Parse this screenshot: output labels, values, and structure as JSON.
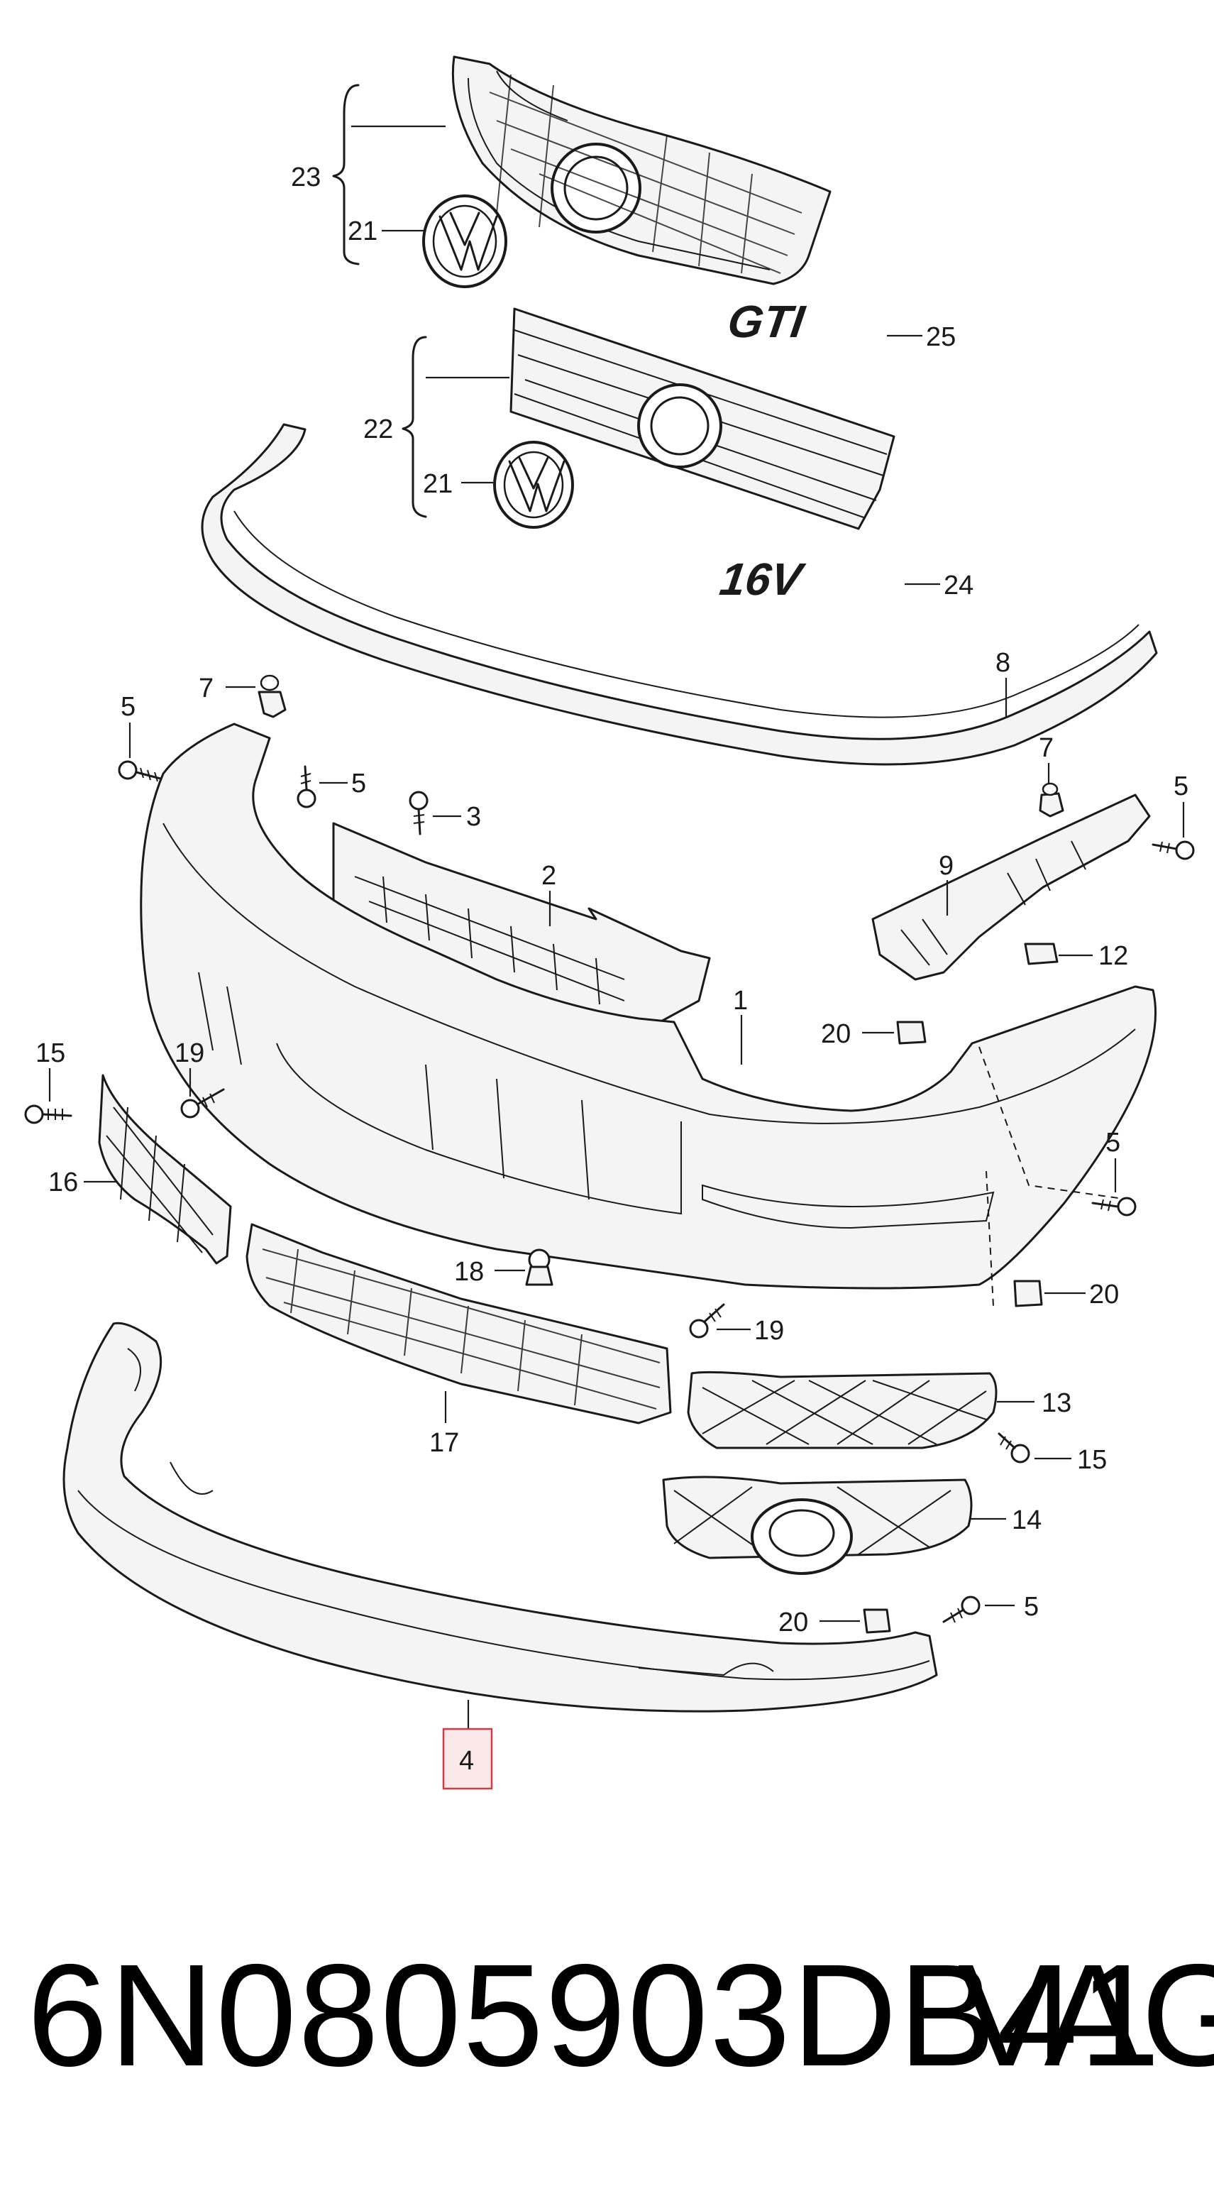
{
  "diagram": {
    "callouts": [
      {
        "id": "c23",
        "label": "23"
      },
      {
        "id": "c21a",
        "label": "21"
      },
      {
        "id": "c25",
        "label": "25"
      },
      {
        "id": "c22",
        "label": "22"
      },
      {
        "id": "c21b",
        "label": "21"
      },
      {
        "id": "c24",
        "label": "24"
      },
      {
        "id": "c8",
        "label": "8"
      },
      {
        "id": "c7a",
        "label": "7"
      },
      {
        "id": "c5a",
        "label": "5"
      },
      {
        "id": "c5b",
        "label": "5"
      },
      {
        "id": "c3",
        "label": "3"
      },
      {
        "id": "c2",
        "label": "2"
      },
      {
        "id": "c7b",
        "label": "7"
      },
      {
        "id": "c5c",
        "label": "5"
      },
      {
        "id": "c9",
        "label": "9"
      },
      {
        "id": "c12",
        "label": "12"
      },
      {
        "id": "c20a",
        "label": "20"
      },
      {
        "id": "c1",
        "label": "1"
      },
      {
        "id": "c15a",
        "label": "15"
      },
      {
        "id": "c19a",
        "label": "19"
      },
      {
        "id": "c16",
        "label": "16"
      },
      {
        "id": "c5d",
        "label": "5"
      },
      {
        "id": "c18",
        "label": "18"
      },
      {
        "id": "c20b",
        "label": "20"
      },
      {
        "id": "c19b",
        "label": "19"
      },
      {
        "id": "c17",
        "label": "17"
      },
      {
        "id": "c13",
        "label": "13"
      },
      {
        "id": "c15b",
        "label": "15"
      },
      {
        "id": "c14",
        "label": "14"
      },
      {
        "id": "c20c",
        "label": "20"
      },
      {
        "id": "c5e",
        "label": "5"
      },
      {
        "id": "c4",
        "label": "4"
      }
    ],
    "badges": {
      "gti": "GTI",
      "v16": "16V"
    },
    "highlight_color": "#d23a46"
  },
  "footer": {
    "part_number": "6N0805903DB41",
    "brand": "VAG"
  }
}
